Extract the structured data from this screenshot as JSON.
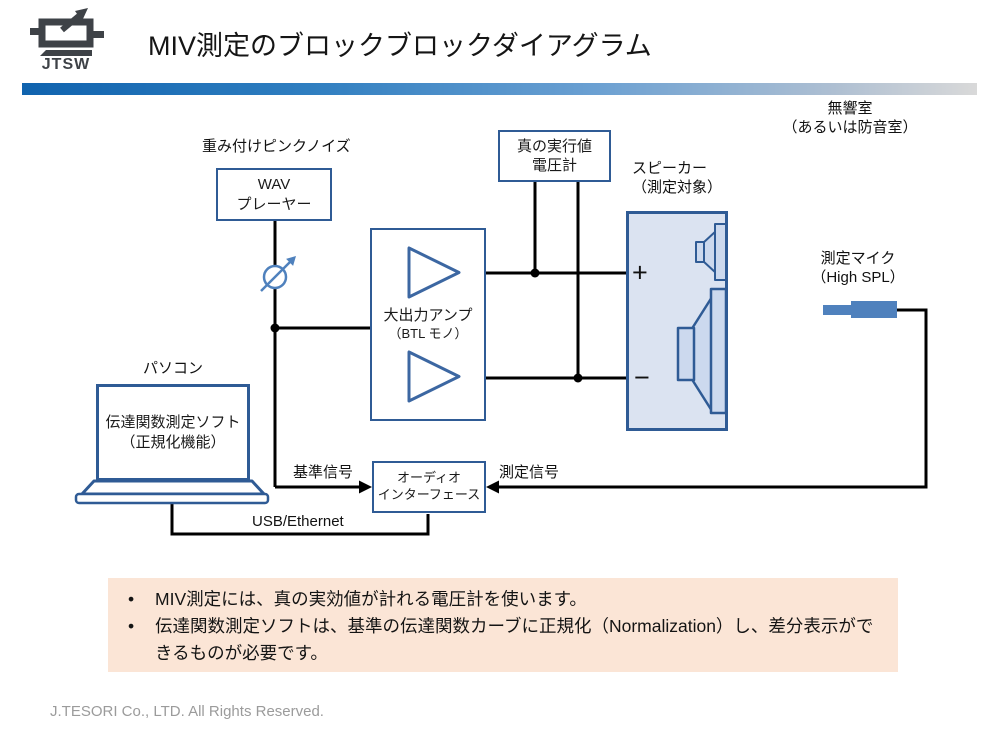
{
  "header": {
    "logo_text": "JTSW",
    "title": "MIV測定のブロックブロックダイアグラム"
  },
  "diagram": {
    "noise_label": "重み付けピンクノイズ",
    "wav_box": {
      "line1": "WAV",
      "line2": "プレーヤー"
    },
    "voltmeter_box": {
      "line1": "真の実行値",
      "line2": "電圧計"
    },
    "amp_box": {
      "line1": "大出力アンプ",
      "line2": "（BTL モノ）"
    },
    "speaker_label": {
      "line1": "スピーカー",
      "line2": "（測定対象）"
    },
    "room_label": {
      "line1": "無響室",
      "line2": "（あるいは防音室）"
    },
    "mic_label": {
      "line1": "測定マイク",
      "line2": "（High SPL）"
    },
    "pc_label": "パソコン",
    "pc_box": {
      "line1": "伝達関数測定ソフト",
      "line2": "（正規化機能）"
    },
    "audio_if_box": {
      "line1": "オーディオ",
      "line2": "インターフェース"
    },
    "ref_signal_label": "基準信号",
    "meas_signal_label": "測定信号",
    "usb_label": "USB/Ethernet",
    "plus_terminal": "+",
    "minus_terminal": "−"
  },
  "notes": {
    "items": [
      "MIV測定には、真の実効値が計れる電圧計を使います。",
      "伝達関数測定ソフトは、基準の伝達関数カーブに正規化（Normalization）し、差分表示ができるものが必要です。"
    ]
  },
  "footer": {
    "copyright": "J.TESORI Co., LTD. All Rights Reserved."
  },
  "colors": {
    "accent_border": "#2f5b95",
    "diagram_blue": "#4f81bd",
    "speaker_box_fill": "#dbe3f1",
    "speaker_icon_fill": "#ccd9ee",
    "notes_background": "#fbe5d6",
    "title_bar_blue": "#1063ae",
    "connector_black": "#000000",
    "logo_gray": "#3e4247",
    "footer_gray": "#9b9b9b"
  }
}
